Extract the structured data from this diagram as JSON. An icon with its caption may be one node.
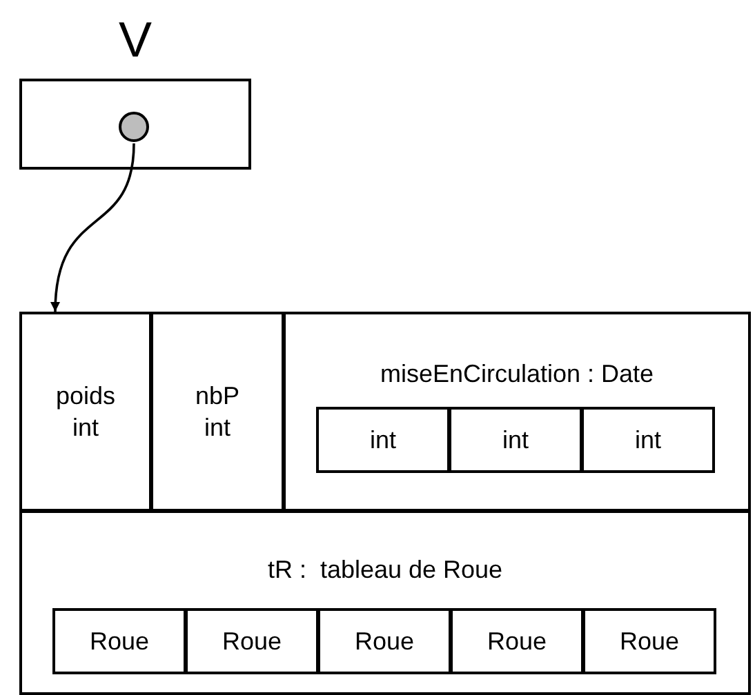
{
  "diagram": {
    "nodes": [
      {
        "text": [
          "V"
        ]
      },
      {
        "text": [],
        "shape": "circle",
        "in": 0
      },
      {
        "text": [],
        "shape": "box"
      },
      {
        "text": [
          "poids",
          "int"
        ],
        "in": 2
      },
      {
        "text": [
          "nbP",
          "int"
        ],
        "in": 2
      },
      {
        "text": [
          "miseEnCirculation : Date"
        ],
        "in": 2
      },
      {
        "text": [
          "int"
        ],
        "in": 5
      },
      {
        "text": [
          "int"
        ],
        "in": 5
      },
      {
        "text": [
          "int"
        ],
        "in": 5
      },
      {
        "text": [
          "tR :  tableau de Roue"
        ],
        "in": 2
      },
      {
        "text": [
          "Roue"
        ],
        "in": 9
      },
      {
        "text": [
          "Roue"
        ],
        "in": 9
      },
      {
        "text": [
          "Roue"
        ],
        "in": 9
      },
      {
        "text": [
          "Roue"
        ],
        "in": 9
      },
      {
        "text": [
          "Roue"
        ],
        "in": 9
      }
    ],
    "edges": [
      {
        "from": 1,
        "to": 2,
        "arrow": "to"
      }
    ]
  }
}
